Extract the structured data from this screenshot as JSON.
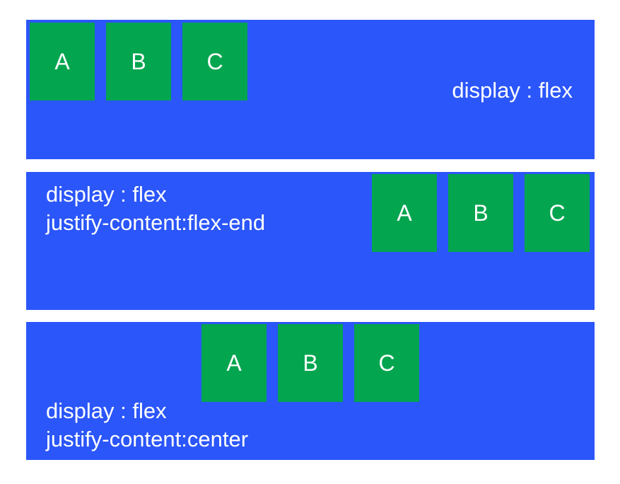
{
  "colors": {
    "container": "#2B56FA",
    "item": "#04A54F",
    "label_text": "#FFFFFF",
    "page_bg": "#FFFFFF"
  },
  "containers": [
    {
      "labels": [
        "display : flex"
      ],
      "boxes": [
        "A",
        "B",
        "C"
      ]
    },
    {
      "labels": [
        "display : flex",
        "justify-content:flex-end"
      ],
      "boxes": [
        "A",
        "B",
        "C"
      ]
    },
    {
      "labels": [
        "display : flex",
        "justify-content:center"
      ],
      "boxes": [
        "A",
        "B",
        "C"
      ]
    }
  ]
}
